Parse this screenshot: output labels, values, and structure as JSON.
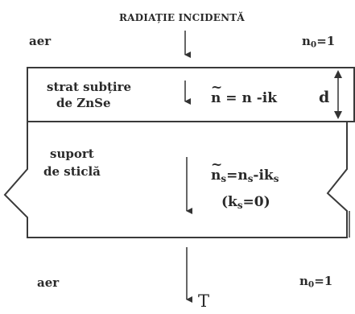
{
  "title": "RADIAȚIE INCIDENTĂ",
  "air_top": {
    "label": "aer",
    "index_symbol": "n",
    "index_sub": "0",
    "index_value": "=1"
  },
  "film": {
    "line1": "strat subțire",
    "line2": "de ZnSe",
    "eq_symbol": "n",
    "eq_rhs": " = n -ik",
    "thickness": "d"
  },
  "substrate": {
    "line1": "suport",
    "line2": "de sticlă",
    "eq_symbol": "n",
    "eq_symbol_sub": "s",
    "eq_mid": "=n",
    "eq_mid_sub": "s",
    "eq_end": "-ik",
    "eq_end_sub": "s",
    "cond_open": "(k",
    "cond_sub": "s",
    "cond_close": "=0)"
  },
  "air_bottom": {
    "label": "aer",
    "index_symbol": "n",
    "index_sub": "0",
    "index_value": "=1"
  },
  "transmitted": "T"
}
